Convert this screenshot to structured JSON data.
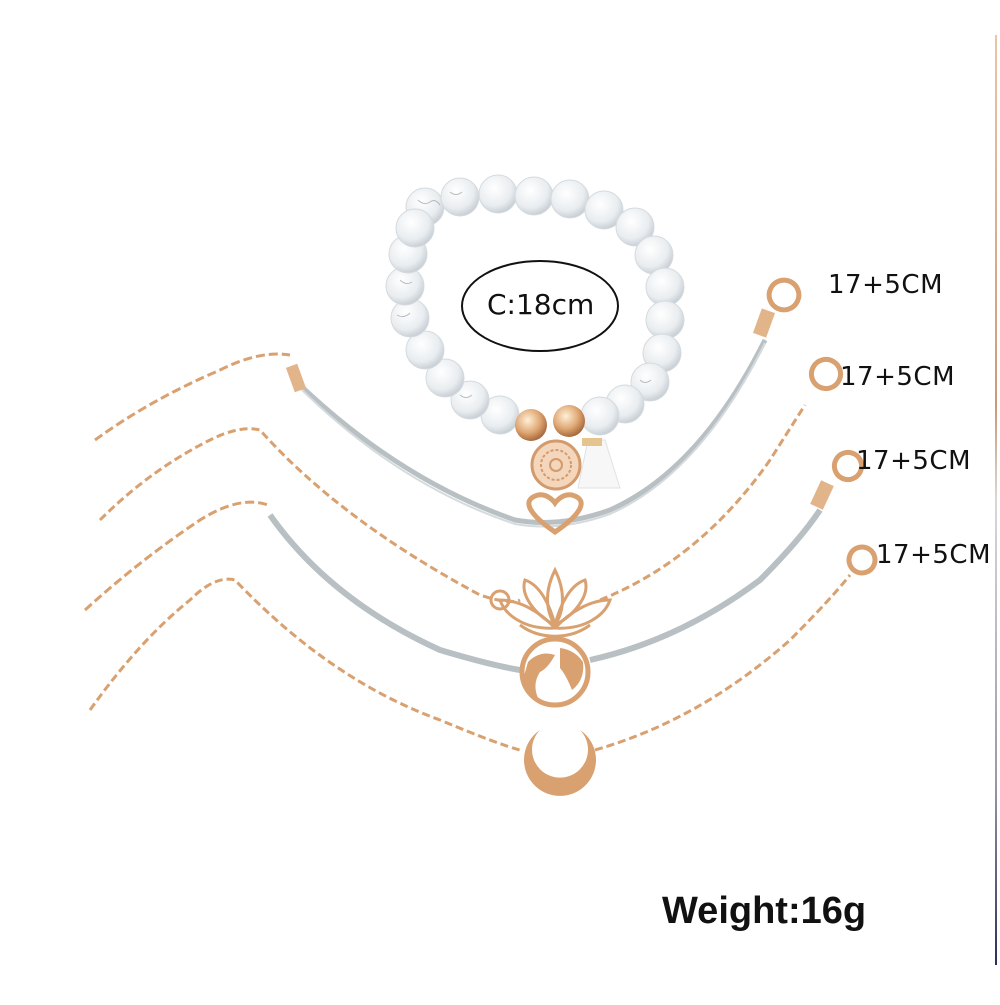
{
  "image": {
    "description": "Product photo of a 5-piece bracelet set on white background",
    "background_color": "#ffffff",
    "gold_color": "#d9a070",
    "cord_color": "#b8c0c4",
    "bead_color": "#eef1f3"
  },
  "labels": {
    "circumference": "C:18cm",
    "lengths": [
      "17+5CM",
      "17+5CM",
      "17+5CM",
      "17+5CM"
    ],
    "weight": "Weight:16g"
  },
  "bracelets": [
    {
      "type": "beaded",
      "charm": "filigree-disc",
      "extra": "white-tassel"
    },
    {
      "type": "cord",
      "charm": "heart"
    },
    {
      "type": "chain",
      "charm": "lotus"
    },
    {
      "type": "cord",
      "charm": "world-map"
    },
    {
      "type": "chain",
      "charm": "crescent-moon"
    }
  ]
}
